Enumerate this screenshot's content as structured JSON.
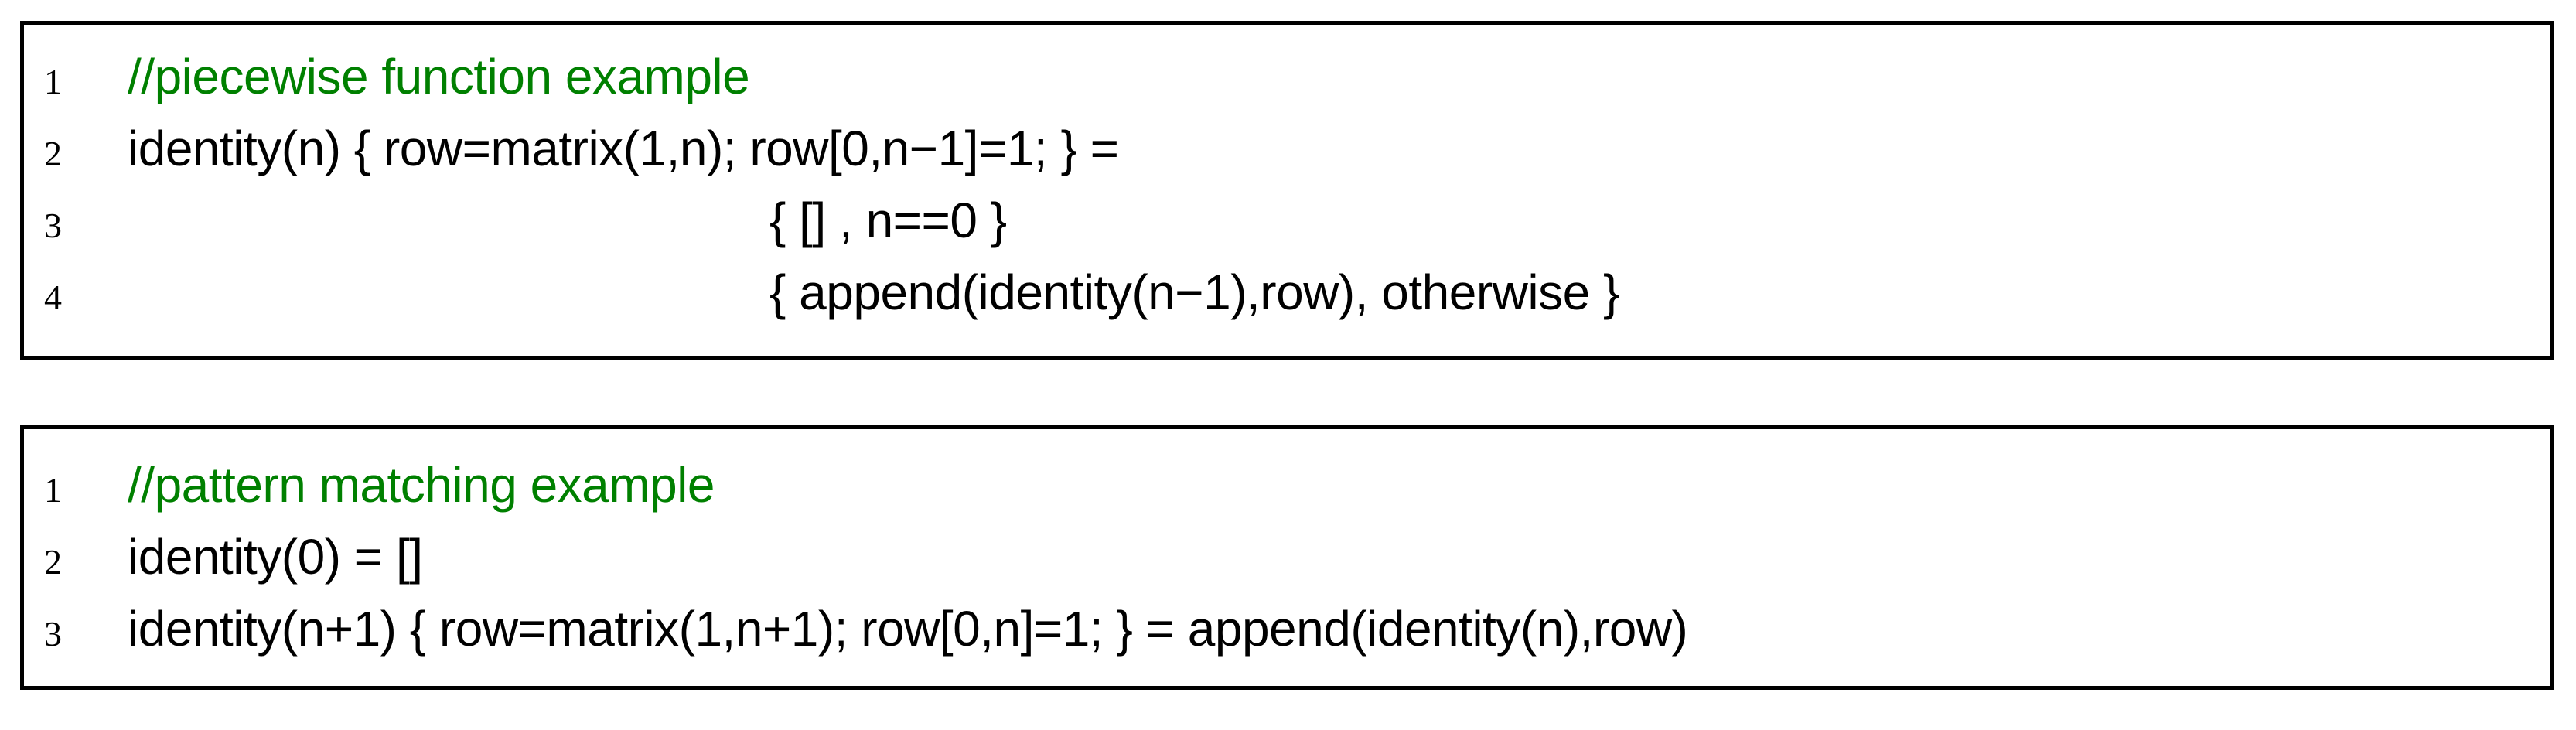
{
  "page": {
    "background": "#ffffff"
  },
  "colors": {
    "comment_green": "#008000",
    "code_text": "#000000",
    "frame_border": "#000000"
  },
  "listings": [
    {
      "name": "piecewise-function-listing",
      "lines": [
        {
          "number": "1",
          "text": "//piecewise function example",
          "type": "comment",
          "indent": false
        },
        {
          "number": "2",
          "text": "identity(n) { row=matrix(1,n); row[0,n−1]=1; } =",
          "type": "code",
          "indent": false
        },
        {
          "number": "3",
          "text": "{ [] , n==0 }",
          "type": "code",
          "indent": true
        },
        {
          "number": "4",
          "text": "{ append(identity(n−1),row), otherwise }",
          "type": "code",
          "indent": true
        }
      ]
    },
    {
      "name": "pattern-matching-listing",
      "lines": [
        {
          "number": "1",
          "text": "//pattern matching example",
          "type": "comment",
          "indent": false
        },
        {
          "number": "2",
          "text": "identity(0) = []",
          "type": "code",
          "indent": false
        },
        {
          "number": "3",
          "text": "identity(n+1) { row=matrix(1,n+1); row[0,n]=1; } = append(identity(n),row)",
          "type": "code",
          "indent": false
        }
      ]
    }
  ]
}
